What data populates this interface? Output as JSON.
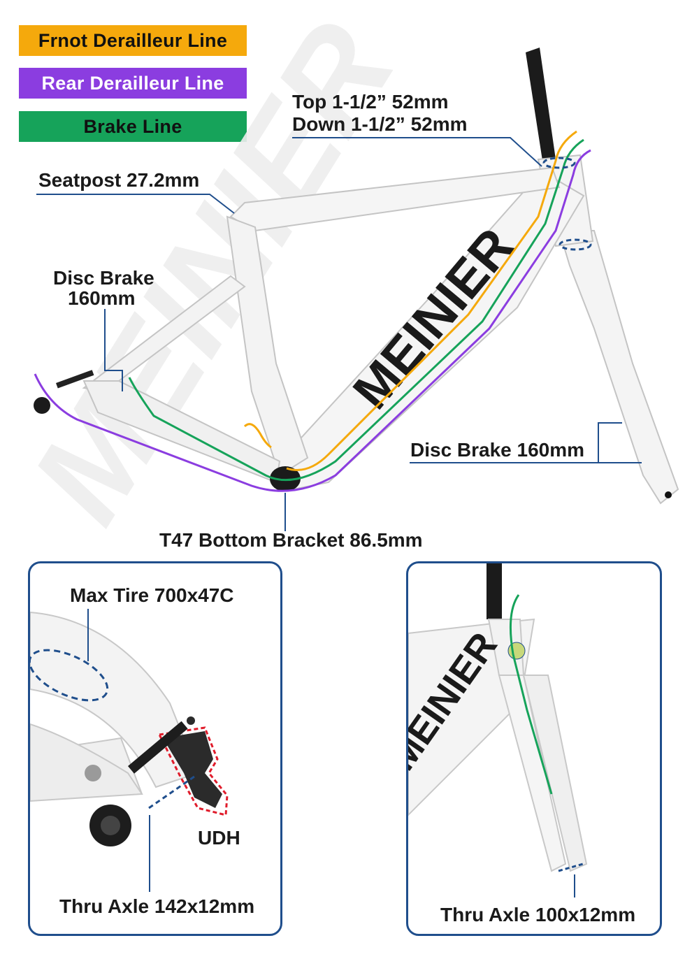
{
  "colors": {
    "front_derailleur": "#f5a90c",
    "rear_derailleur": "#8b3de0",
    "brake": "#16a35a",
    "callout_line": "#1f4e8c",
    "frame": "#f2f2f2",
    "frame_edge": "#bdbdbd"
  },
  "legend": {
    "front_derailleur_label": "Frnot Derailleur Line",
    "rear_derailleur_label": "Rear Derailleur Line",
    "brake_label": "Brake Line"
  },
  "callouts": {
    "headset_top": "Top 1-1/2”  52mm",
    "headset_down": "Down 1-1/2”  52mm",
    "seatpost": "Seatpost 27.2mm",
    "rear_disc_line1": "Disc Brake",
    "rear_disc_line2": "160mm",
    "front_disc": "Disc Brake 160mm",
    "bottom_bracket": "T47 Bottom Bracket 86.5mm"
  },
  "detail_left": {
    "max_tire": "Max Tire 700x47C",
    "udh": "UDH",
    "thru_axle": "Thru Axle 142x12mm"
  },
  "detail_right": {
    "thru_axle": "Thru Axle 100x12mm"
  },
  "frame_logo_text": "MEINIER",
  "watermark_text": "MEINIER"
}
